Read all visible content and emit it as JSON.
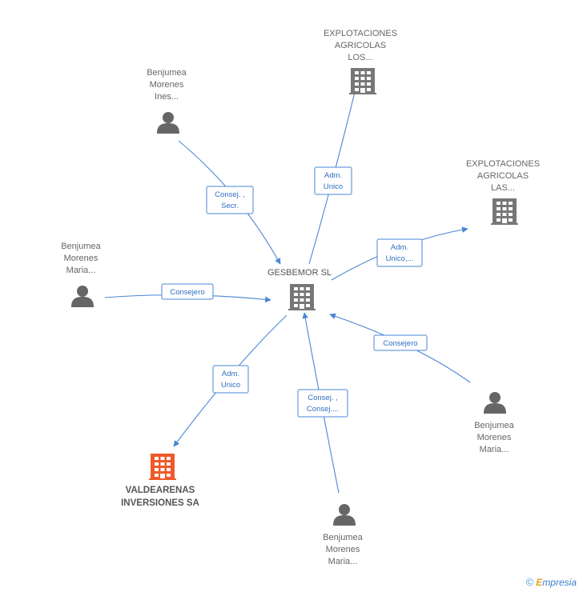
{
  "colors": {
    "edge": "#4a86d4",
    "company_icon": "#777777",
    "person_icon": "#666666",
    "focus_icon": "#ef5a2a",
    "label": "#666666"
  },
  "nodes": {
    "center": {
      "lines": [
        "GESBEMOR SL"
      ],
      "icon": "building-icon"
    },
    "expl_los": {
      "lines": [
        "EXPLOTACIONES",
        "AGRICOLAS",
        "LOS..."
      ],
      "icon": "building-icon"
    },
    "expl_las": {
      "lines": [
        "EXPLOTACIONES",
        "AGRICOLAS",
        "LAS..."
      ],
      "icon": "building-icon"
    },
    "ines": {
      "lines": [
        "Benjumea",
        "Morenes",
        "Ines..."
      ],
      "icon": "person-icon"
    },
    "maria_left": {
      "lines": [
        "Benjumea",
        "Morenes",
        "Maria..."
      ],
      "icon": "person-icon"
    },
    "maria_right": {
      "lines": [
        "Benjumea",
        "Morenes",
        "Maria..."
      ],
      "icon": "person-icon"
    },
    "maria_bottom": {
      "lines": [
        "Benjumea",
        "Morenes",
        "Maria..."
      ],
      "icon": "person-icon"
    },
    "valdearenas": {
      "lines": [
        "VALDEARENAS",
        "INVERSIONES SA"
      ],
      "icon": "building-icon"
    }
  },
  "edges": {
    "ines_center": {
      "lines": [
        "Consej. ,",
        "Secr."
      ]
    },
    "center_expl_los": {
      "lines": [
        "Adm.",
        "Unico"
      ]
    },
    "center_expl_las": {
      "lines": [
        "Adm.",
        "Unico,..."
      ]
    },
    "maria_left_center": {
      "lines": [
        "Consejero"
      ]
    },
    "maria_right_center": {
      "lines": [
        "Consejero"
      ]
    },
    "center_valdearenas": {
      "lines": [
        "Adm.",
        "Unico"
      ]
    },
    "maria_bottom_center": {
      "lines": [
        "Consej. ,",
        "Consej...."
      ]
    }
  },
  "footer": {
    "copyright": "©",
    "brand_first": "E",
    "brand_rest": "mpresia"
  }
}
